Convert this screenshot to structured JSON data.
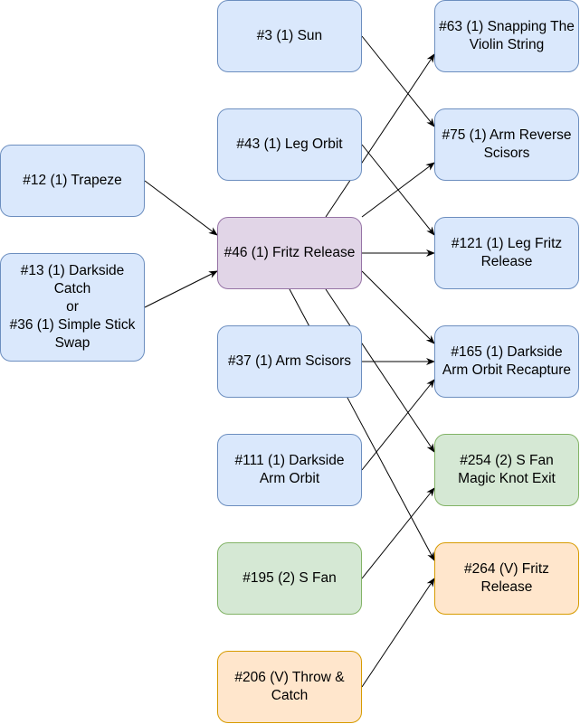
{
  "diagram": {
    "nodes": [
      {
        "id": "n12",
        "label": "#12 (1) Trapeze",
        "color": "blue"
      },
      {
        "id": "n13",
        "label": "#13 (1) Darkside\nCatch\nor\n#36 (1) Simple Stick\nSwap",
        "color": "blue"
      },
      {
        "id": "n3",
        "label": "#3 (1) Sun",
        "color": "blue"
      },
      {
        "id": "n43",
        "label": "#43 (1) Leg Orbit",
        "color": "blue"
      },
      {
        "id": "n46",
        "label": "#46 (1) Fritz Release",
        "color": "purple"
      },
      {
        "id": "n37",
        "label": "#37 (1) Arm Scisors",
        "color": "blue"
      },
      {
        "id": "n111",
        "label": "#111 (1) Darkside\nArm Orbit",
        "color": "blue"
      },
      {
        "id": "n195",
        "label": "#195 (2) S Fan",
        "color": "green"
      },
      {
        "id": "n206",
        "label": "#206 (V) Throw &\nCatch",
        "color": "orange"
      },
      {
        "id": "n63",
        "label": "#63 (1) Snapping The\nViolin String",
        "color": "blue"
      },
      {
        "id": "n75",
        "label": "#75 (1) Arm Reverse\nScisors",
        "color": "blue"
      },
      {
        "id": "n121",
        "label": "#121 (1) Leg Fritz\nRelease",
        "color": "blue"
      },
      {
        "id": "n165",
        "label": "#165 (1) Darkside\nArm Orbit Recapture",
        "color": "blue"
      },
      {
        "id": "n254",
        "label": "#254 (2) S Fan\nMagic Knot Exit",
        "color": "green"
      },
      {
        "id": "n264",
        "label": "#264 (V) Fritz\nRelease",
        "color": "orange"
      }
    ],
    "edges": [
      {
        "from": "n12",
        "to": "n46"
      },
      {
        "from": "n13",
        "to": "n46"
      },
      {
        "from": "n3",
        "to": "n75"
      },
      {
        "from": "n43",
        "to": "n121"
      },
      {
        "from": "n46",
        "to": "n63"
      },
      {
        "from": "n46",
        "to": "n75"
      },
      {
        "from": "n46",
        "to": "n121"
      },
      {
        "from": "n46",
        "to": "n165"
      },
      {
        "from": "n46",
        "to": "n254"
      },
      {
        "from": "n46",
        "to": "n264"
      },
      {
        "from": "n37",
        "to": "n165"
      },
      {
        "from": "n111",
        "to": "n165"
      },
      {
        "from": "n195",
        "to": "n254"
      },
      {
        "from": "n206",
        "to": "n264"
      }
    ],
    "palette": {
      "blue": {
        "fill": "#dae8fc",
        "stroke": "#6c8ebf"
      },
      "purple": {
        "fill": "#e1d5e7",
        "stroke": "#9673a6"
      },
      "green": {
        "fill": "#d5e8d4",
        "stroke": "#82b366"
      },
      "orange": {
        "fill": "#ffe6cc",
        "stroke": "#d79b00"
      }
    }
  }
}
